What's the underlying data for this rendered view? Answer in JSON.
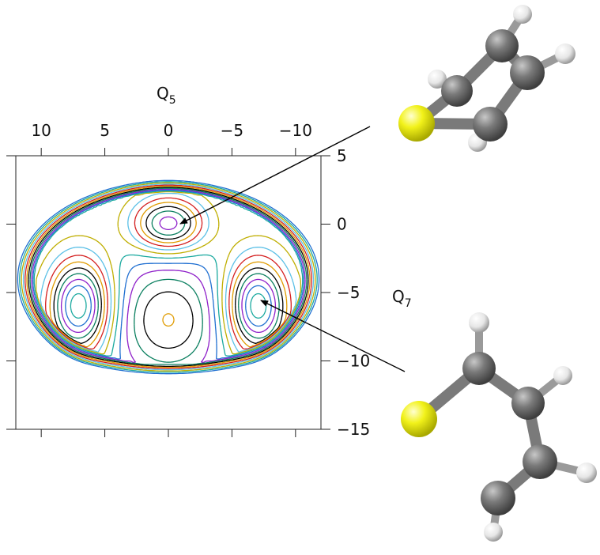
{
  "chart_data": {
    "type": "contour",
    "xlabel": "Q",
    "xlabel_sub": "5",
    "ylabel": "Q",
    "ylabel_sub": "7",
    "xlim": [
      12,
      -12
    ],
    "ylim": [
      -15,
      5
    ],
    "x_ticks": [
      10,
      5,
      0,
      -5,
      -10
    ],
    "x_tick_labels": [
      "10",
      "5",
      "0",
      "−5",
      "−10"
    ],
    "y_ticks": [
      5,
      0,
      -5,
      -10,
      -15
    ],
    "y_tick_labels": [
      "5",
      "0",
      "−5",
      "−10",
      "−15"
    ],
    "x_tick_position": "top",
    "y_tick_position": "right",
    "grid": false,
    "surface_features": [
      {
        "name": "minimum",
        "x": 0,
        "y": 0,
        "structure": "ring"
      },
      {
        "name": "minimum",
        "x": -7,
        "y": -6,
        "structure": "open-chain"
      },
      {
        "name": "minimum",
        "x": 7,
        "y": -6,
        "structure": "open-chain"
      }
    ],
    "contour_colors": [
      "#1aa99f",
      "#1f6fd1",
      "#8e1fc9",
      "#0a7f5f",
      "#000000",
      "#e09b00",
      "#d41e1e",
      "#5bc0e6",
      "#bfae00"
    ],
    "molecules": [
      {
        "name": "ring-structure",
        "atoms": [
          "S",
          "C",
          "C",
          "C",
          "C",
          "H",
          "H",
          "H",
          "H"
        ]
      },
      {
        "name": "open-structure",
        "atoms": [
          "S",
          "C",
          "C",
          "C",
          "C",
          "H",
          "H",
          "H",
          "H"
        ]
      }
    ],
    "atom_colors": {
      "S": "#ffff1a",
      "C": "#7a7a7a",
      "H": "#f2f2f2"
    }
  }
}
